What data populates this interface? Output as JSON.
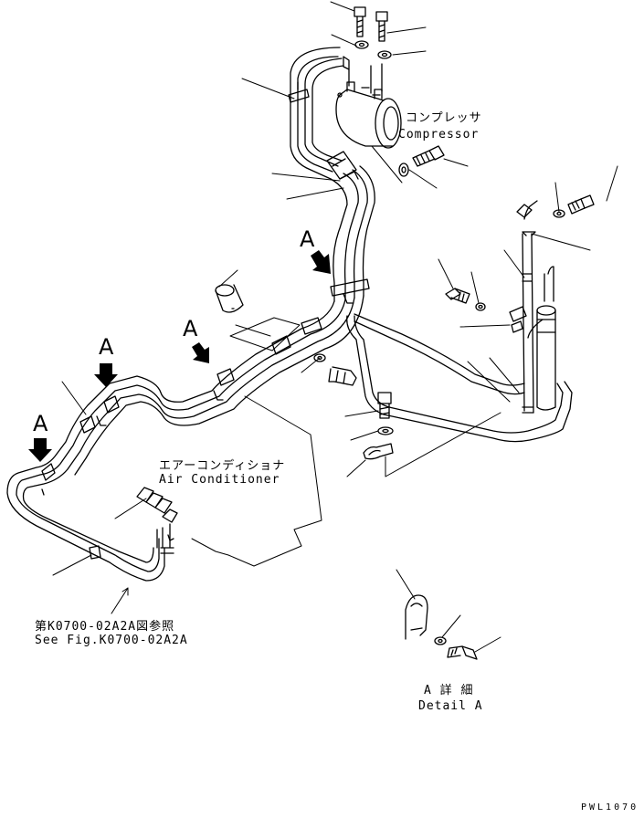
{
  "labels": {
    "compressor_jp": "コンプレッサ",
    "compressor_en": "Compressor",
    "aircon_jp": "エアーコンディショナ",
    "aircon_en": "Air Conditioner",
    "see_fig_jp": "第K0700-02A2A図参照",
    "see_fig_en": "See Fig.K0700-02A2A",
    "detail_jp": "A 詳 細",
    "detail_en": "Detail A",
    "view_marker": "A",
    "drawing_code": "PWL1070"
  }
}
